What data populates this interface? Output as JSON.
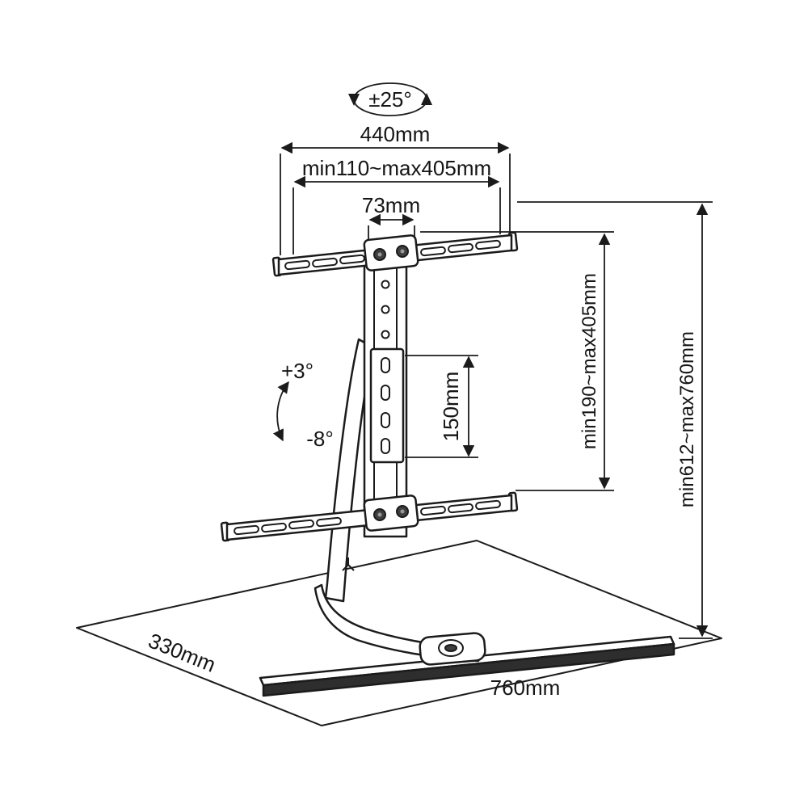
{
  "labels": {
    "swivel_angle": "±25°",
    "top_width": "440mm",
    "vesa_width_range": "min110~max405mm",
    "center_column_width": "73mm",
    "tilt_up": "+3°",
    "tilt_down": "-8°",
    "bracket_hole_spacing": "150mm",
    "vesa_height_range": "min190~max405mm",
    "overall_height_range": "min612~max760mm",
    "base_depth": "330mm",
    "base_width": "760mm"
  },
  "colors": {
    "line": "#1b1b1b",
    "base_front": "#2e2e2e",
    "background": "#ffffff"
  }
}
